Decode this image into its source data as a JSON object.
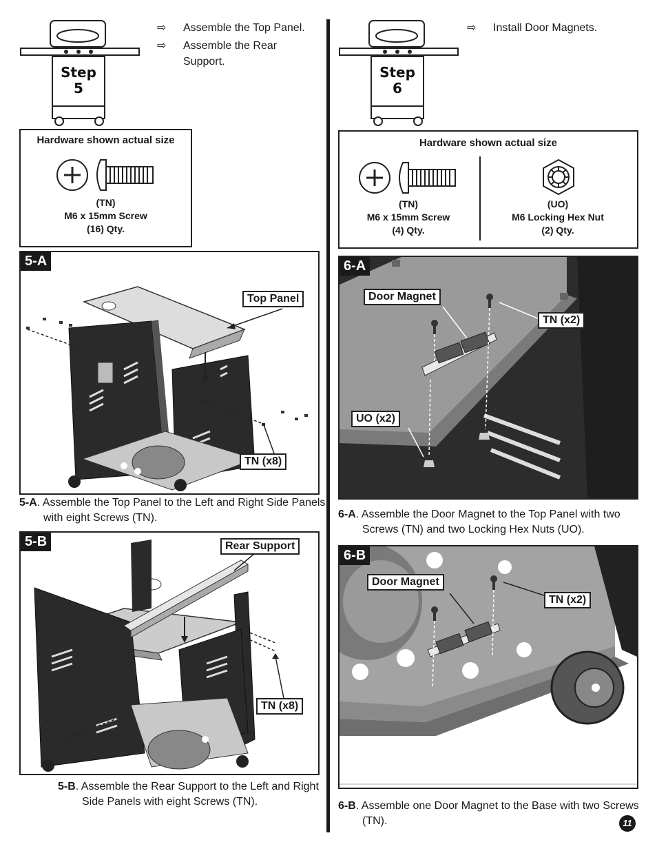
{
  "step5": {
    "label_word": "Step",
    "label_num": "5",
    "instructions": [
      "Assemble the Top Panel.",
      "Assemble the Rear Support."
    ],
    "hardware": {
      "title": "Hardware shown actual size",
      "items": [
        {
          "code": "(TN)",
          "name": "M6 x 15mm Screw",
          "qty": "(16) Qty.",
          "icon": "screw-icon"
        }
      ]
    },
    "panel_a": {
      "tag": "5-A",
      "callouts": {
        "top_panel": "Top Panel",
        "tn": "TN (x8)"
      },
      "caption_id": "5-A",
      "caption_text": ". Assemble the Top Panel to the Left and Right Side Panels with eight Screws (TN)."
    },
    "panel_b": {
      "tag": "5-B",
      "callouts": {
        "rear_support": "Rear Support",
        "tn": "TN (x8)"
      },
      "caption_id": "5-B",
      "caption_text": ". Assemble the Rear Support to the Left and Right Side Panels with eight Screws (TN)."
    }
  },
  "step6": {
    "label_word": "Step",
    "label_num": "6",
    "instructions": [
      "Install Door Magnets."
    ],
    "hardware": {
      "title": "Hardware shown actual size",
      "items": [
        {
          "code": "(TN)",
          "name": "M6 x 15mm Screw",
          "qty": "(4) Qty.",
          "icon": "screw-icon"
        },
        {
          "code": "(UO)",
          "name": "M6 Locking Hex Nut",
          "qty": "(2) Qty.",
          "icon": "hex-nut-icon"
        }
      ]
    },
    "panel_a": {
      "tag": "6-A",
      "callouts": {
        "door_magnet": "Door Magnet",
        "tn": "TN (x2)",
        "uo": "UO (x2)"
      },
      "caption_id": "6-A",
      "caption_text": ". Assemble the Door Magnet to the Top Panel with two Screws (TN) and two Locking Hex Nuts (UO)."
    },
    "panel_b": {
      "tag": "6-B",
      "callouts": {
        "door_magnet": "Door Magnet",
        "tn": "TN (x2)"
      },
      "caption_id": "6-B",
      "caption_text": ". Assemble one Door Magnet to the Base with two Screws (TN)."
    }
  },
  "page_number": "11"
}
